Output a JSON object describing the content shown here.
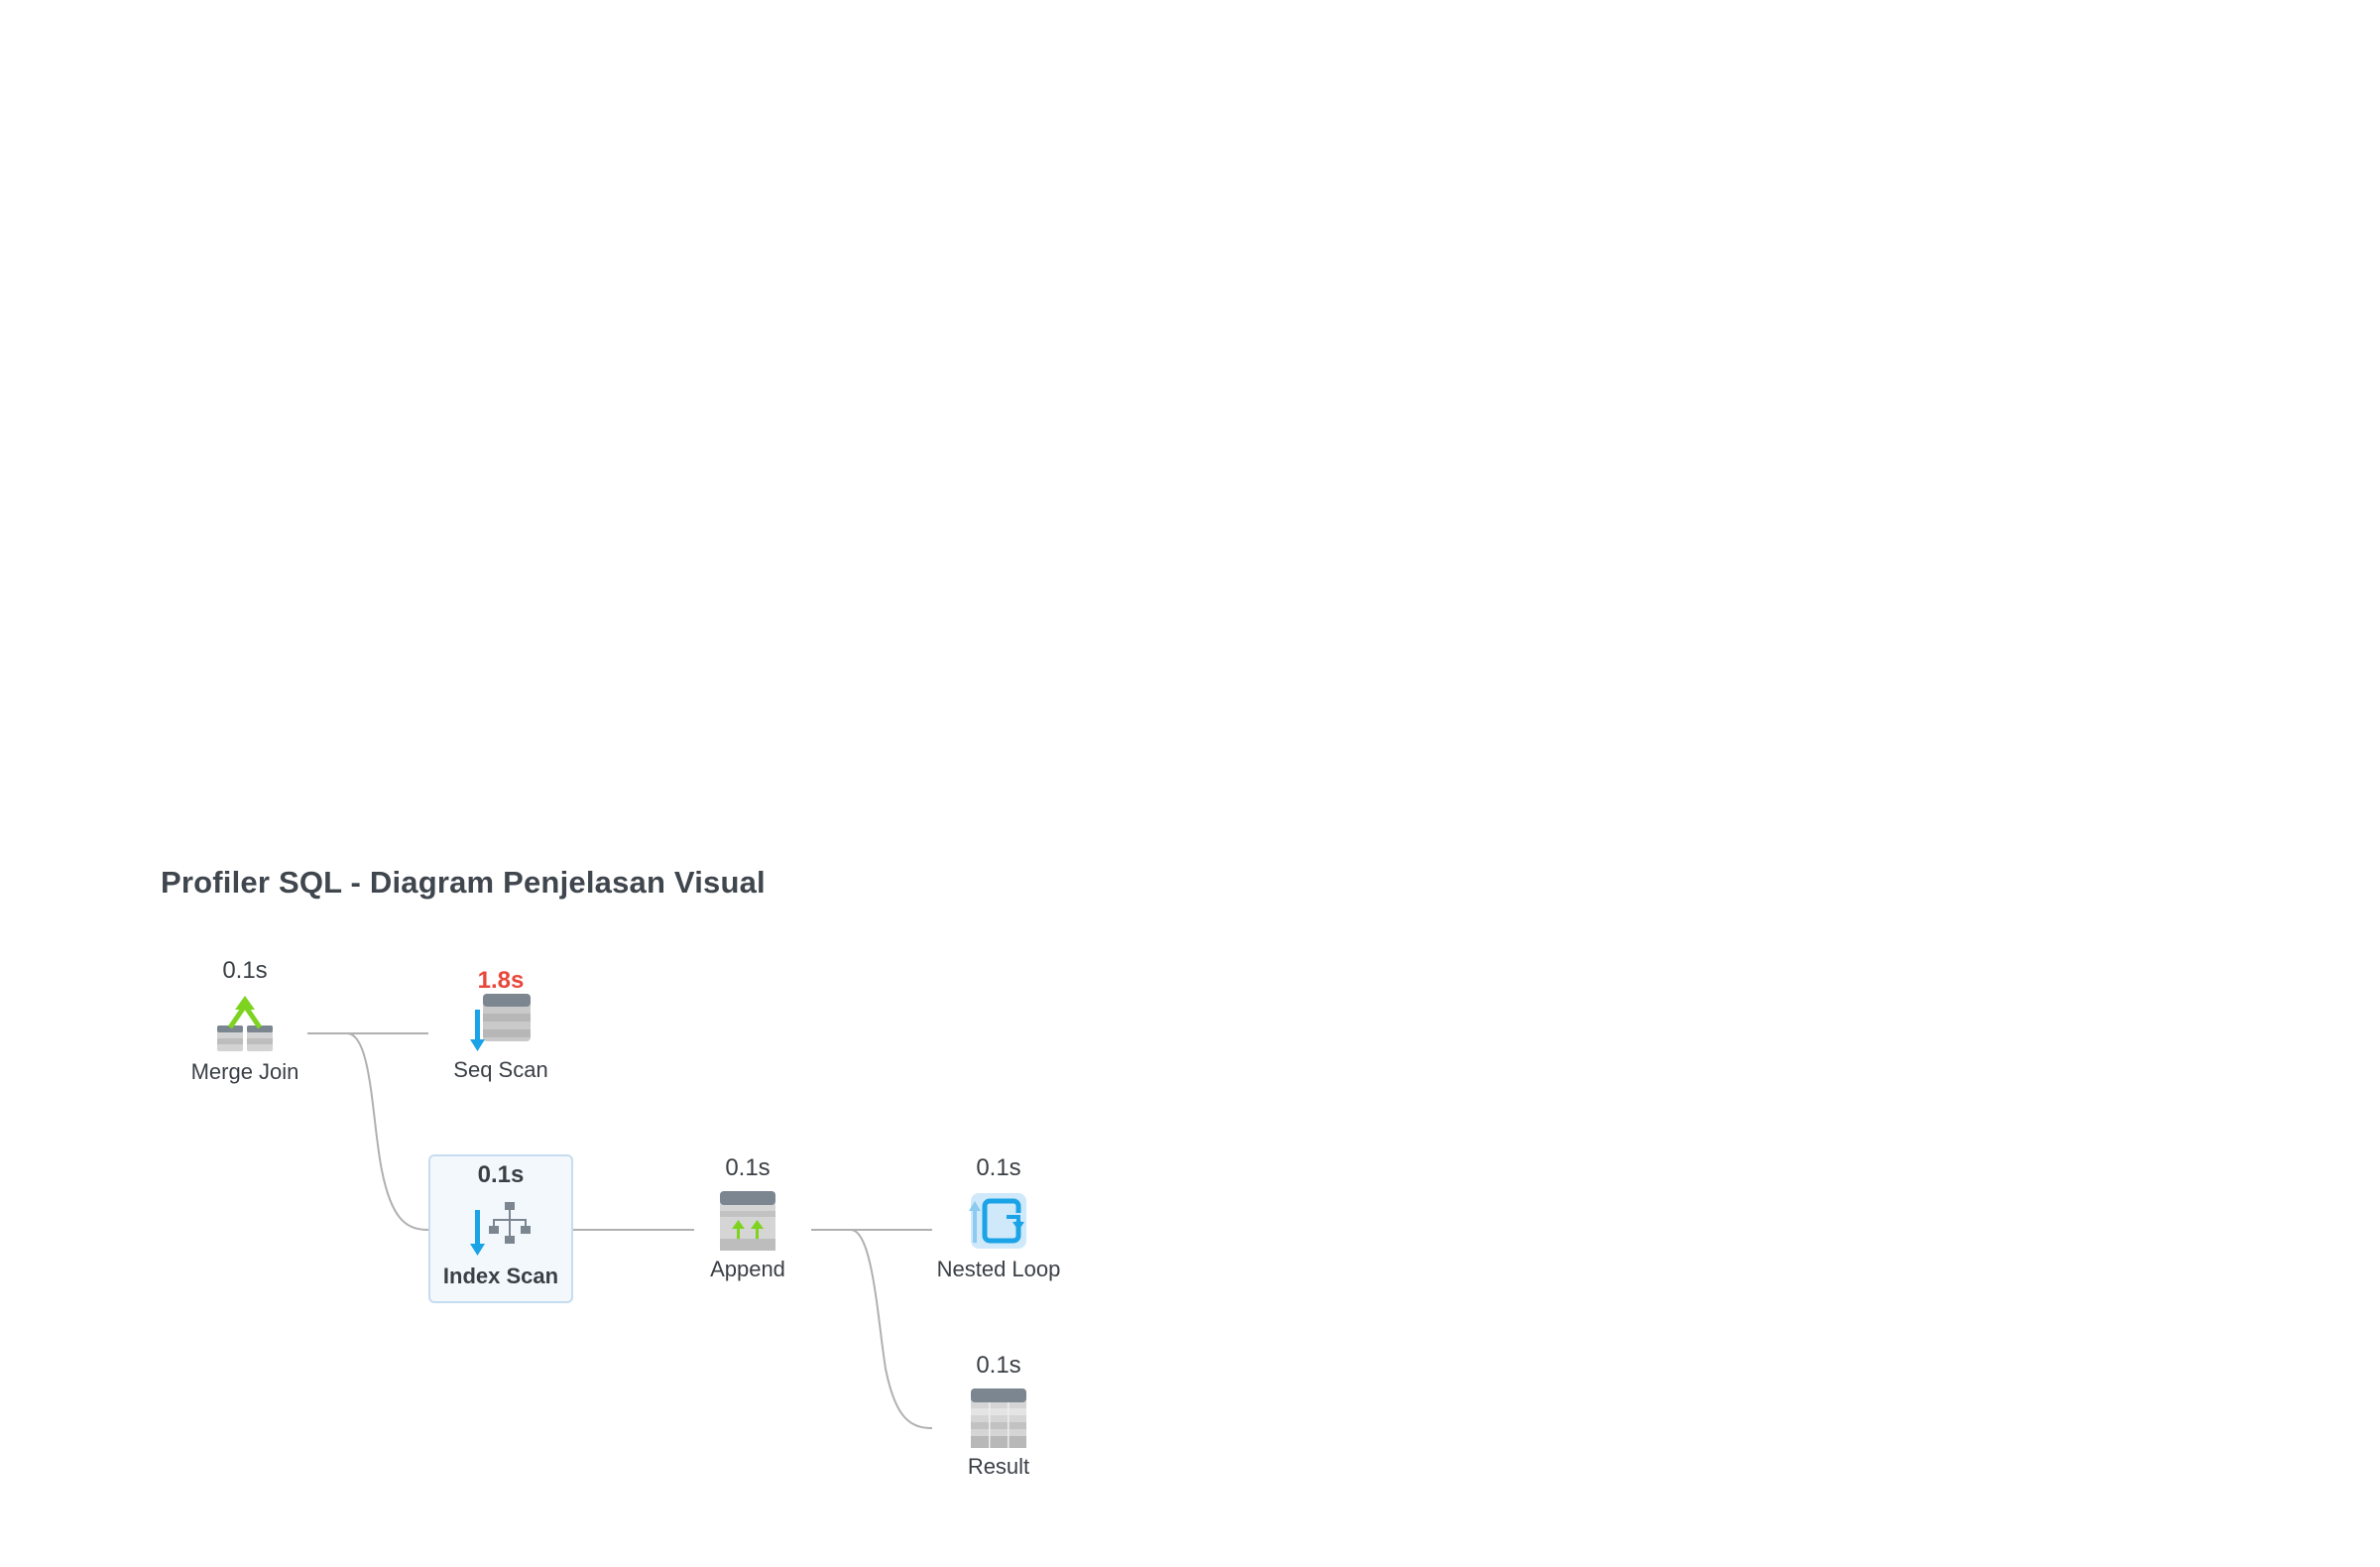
{
  "header": {
    "title": "Profiler SQL - Diagram Penjelasan Visual"
  },
  "colors": {
    "hot_time": "#e8473b",
    "edge": "#b0b0b0",
    "selected_border": "#c6dcf0",
    "selected_bg": "#f3f8fd"
  },
  "nodes": {
    "merge_join": {
      "time": "0.1s",
      "label": "Merge Join",
      "icon": "merge-join-icon"
    },
    "seq_scan": {
      "time": "1.8s",
      "label": "Seq Scan",
      "icon": "seq-scan-icon",
      "hot": true
    },
    "index_scan": {
      "time": "0.1s",
      "label": "Index Scan",
      "icon": "index-scan-icon",
      "selected": true
    },
    "append": {
      "time": "0.1s",
      "label": "Append",
      "icon": "append-icon"
    },
    "nested_loop": {
      "time": "0.1s",
      "label": "Nested Loop",
      "icon": "nested-loop-icon"
    },
    "result": {
      "time": "0.1s",
      "label": "Result",
      "icon": "result-icon"
    }
  }
}
